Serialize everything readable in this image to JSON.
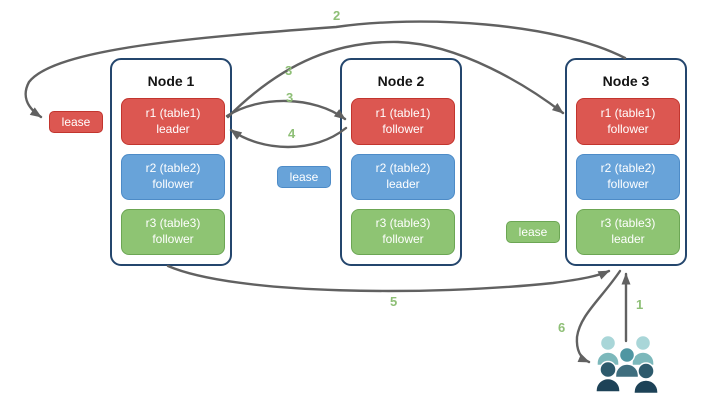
{
  "nodes": [
    {
      "title": "Node 1",
      "replicas": [
        {
          "name": "r1 (table1)",
          "role": "leader",
          "color": "red"
        },
        {
          "name": "r2 (table2)",
          "role": "follower",
          "color": "blue"
        },
        {
          "name": "r3 (table3)",
          "role": "follower",
          "color": "green"
        }
      ]
    },
    {
      "title": "Node 2",
      "replicas": [
        {
          "name": "r1 (table1)",
          "role": "follower",
          "color": "red"
        },
        {
          "name": "r2 (table2)",
          "role": "leader",
          "color": "blue"
        },
        {
          "name": "r3 (table3)",
          "role": "follower",
          "color": "green"
        }
      ]
    },
    {
      "title": "Node 3",
      "replicas": [
        {
          "name": "r1 (table1)",
          "role": "follower",
          "color": "red"
        },
        {
          "name": "r2 (table2)",
          "role": "follower",
          "color": "blue"
        },
        {
          "name": "r3 (table3)",
          "role": "leader",
          "color": "green"
        }
      ]
    }
  ],
  "leases": [
    {
      "label": "lease",
      "color": "red"
    },
    {
      "label": "lease",
      "color": "blue"
    },
    {
      "label": "lease",
      "color": "green"
    }
  ],
  "steps": [
    "1",
    "2",
    "3",
    "3",
    "4",
    "5",
    "6"
  ],
  "icons": {
    "clients": "users-group-icon"
  },
  "colors": {
    "node-border": "#24466d",
    "red-fill": "#dc5751",
    "red-border": "#c2352e",
    "blue-fill": "#68a3d9",
    "blue-border": "#4d8bc7",
    "green-fill": "#8ec473",
    "green-border": "#6ca654",
    "arrow": "#616161",
    "step-label": "#8ebf76",
    "u-light-head": "#a9d6d8",
    "u-light-body": "#7cb8bb",
    "u-mid-head": "#4f96a2",
    "u-mid-body": "#3f6e7e",
    "u-dark-head": "#2d5a6c",
    "u-dark-body": "#1d4257"
  }
}
